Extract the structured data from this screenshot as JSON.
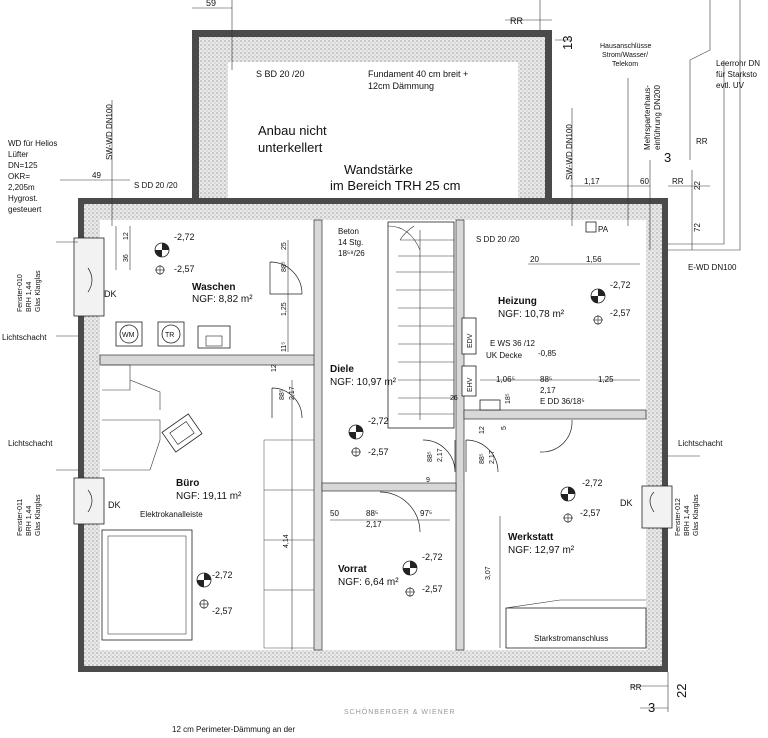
{
  "header": {
    "top_dim": "59",
    "rr_top": "RR",
    "axis_13": "13"
  },
  "annex": {
    "sbd": "S BD 20 /20",
    "fundament_1": "Fundament 40 cm breit +",
    "fundament_2": "12cm Dämmung",
    "title_1": "Anbau nicht",
    "title_2": "unterkellert",
    "wall_1": "Wandstärke",
    "wall_2": "im Bereich TRH 25 cm"
  },
  "left_notes": {
    "swwd": "SW-WD DN100",
    "wd_1": "WD für Helios",
    "wd_2": "Lüfter",
    "wd_3": "DN=125",
    "wd_4": "OKR=",
    "wd_5": "2,205m",
    "wd_6": "Hygrost.",
    "wd_7": "gesteuert",
    "dim_49": "49",
    "sdd": "S DD 20 /20",
    "window_010_1": "Fenster-010",
    "window_010_2": "BRH 1,44",
    "window_010_3": "Glas Klarglas",
    "lichtschacht_1": "Lichtschacht",
    "lichtschacht_2": "Lichtschacht",
    "window_011_1": "Fenster-011",
    "window_011_2": "BRH 1,44",
    "window_011_3": "Glas Klarglas"
  },
  "right_notes": {
    "hausanschluss_1": "Hausanschlüsse",
    "hausanschluss_2": "Strom/Wasser/",
    "hausanschluss_3": "Telekom",
    "mehrsparten_1": "Mehrspartenhaus-",
    "mehrsparten_2": "einführung DN200",
    "leerrohr_1": "Leerrohr DN",
    "leerrohr_2": "für Starksto",
    "leerrohr_3": "evtl. UV",
    "swwd": "SW-WD DN100",
    "rr_1": "RR",
    "rr_2": "RR",
    "axis_3": "3",
    "dim_117": "1,17",
    "dim_60": "60",
    "dim_22": "22",
    "dim_72": "72",
    "ewd": "E-WD DN100",
    "lichtschacht": "Lichtschacht",
    "window_012_1": "Fenster-012",
    "window_012_2": "BRH 1,44",
    "window_012_3": "Glas Klarglas"
  },
  "rooms": {
    "waschen": {
      "name": "Waschen",
      "ngf": "NGF: 8,82 m²",
      "lvl1": "-2,72",
      "lvl2": "-2,57",
      "dk": "DK",
      "wm": "WM",
      "tr": "TR",
      "d12": "12",
      "d36": "36",
      "d885": "88⁵",
      "d25": "25",
      "d125": "1,25",
      "d115": "11⁵"
    },
    "buero": {
      "name": "Büro",
      "ngf": "NGF: 19,11 m²",
      "lvl1": "-2,72",
      "lvl2": "-2,57",
      "dk": "DK",
      "kanal": "Elektrokanalleiste",
      "d414": "4,14",
      "d885": "88⁵",
      "d217": "2,17",
      "d12": "12"
    },
    "diele": {
      "name": "Diele",
      "ngf": "NGF: 10,97 m²",
      "lvl1": "-2,72",
      "lvl2": "-2,57",
      "beton_1": "Beton",
      "beton_2": "14 Stg.",
      "beton_3": "18⁵⁸/26",
      "edv": "EDV",
      "ehv": "EHV",
      "d26": "26",
      "d9": "9",
      "d885": "88⁵",
      "d217": "2,17"
    },
    "heizung": {
      "name": "Heizung",
      "ngf": "NGF: 10,78 m²",
      "lvl1": "-2,72",
      "lvl2": "-2,57",
      "sdd": "S DD 20 /20",
      "pa": "PA",
      "d20": "20",
      "d156": "1,56",
      "ews": "E WS 36 /12",
      "uk": "UK Decke",
      "uk_val": "-0,85",
      "d1065": "1,06⁵",
      "d885": "88⁵",
      "d217": "2,17",
      "d125": "1,25",
      "edd": "E DD 36/18⁵",
      "d18": "18⁵"
    },
    "vorrat": {
      "name": "Vorrat",
      "ngf": "NGF: 6,64 m²",
      "lvl1": "-2,72",
      "lvl2": "-2,57",
      "d50": "50",
      "d885": "88⁵",
      "d217": "2,17",
      "d975": "97⁵"
    },
    "werkstatt": {
      "name": "Werkstatt",
      "ngf": "NGF: 12,97 m²",
      "lvl1": "-2,72",
      "lvl2": "-2,57",
      "dk": "DK",
      "d307": "3,07",
      "stark": "Starkstromanschluss",
      "d12": "12",
      "d5": "5",
      "d885": "88⁵",
      "d217": "2,17"
    }
  },
  "footer": {
    "rr": "RR",
    "axis_3": "3",
    "dim_22": "22",
    "bottom_note": "12 cm Perimeter-Dämmung an der",
    "logo": "SCHÖNBERGER & WIENER"
  }
}
